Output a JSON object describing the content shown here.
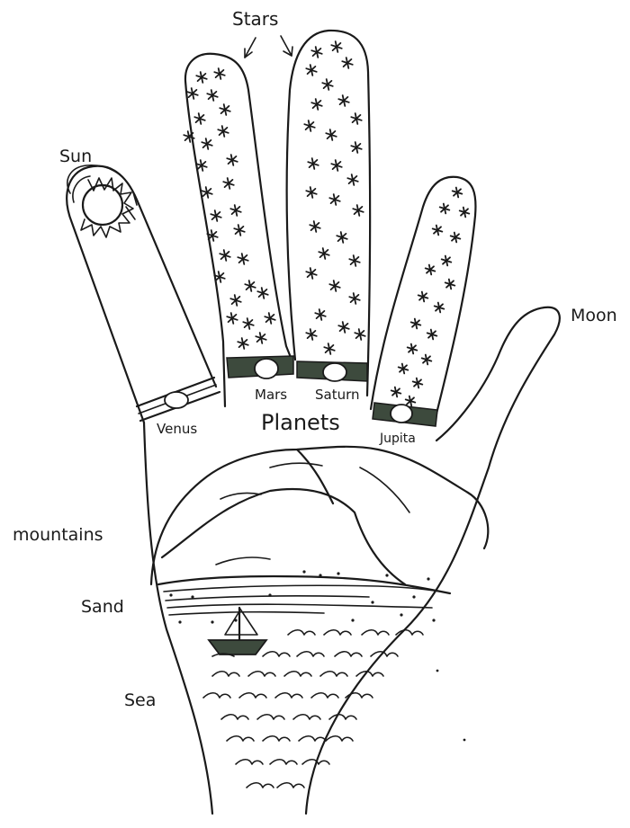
{
  "labels": {
    "stars": "Stars",
    "sun": "Sun",
    "moon": "Moon",
    "mars": "Mars",
    "saturn": "Saturn",
    "venus": "Venus",
    "jupiter": "Jupita",
    "planets": "Planets",
    "mountains": "mountains",
    "sand": "Sand",
    "sea": "Sea"
  },
  "colors": {
    "ink": "#1a1a1a",
    "band": "#3d4a3d",
    "paper": "#ffffff"
  }
}
